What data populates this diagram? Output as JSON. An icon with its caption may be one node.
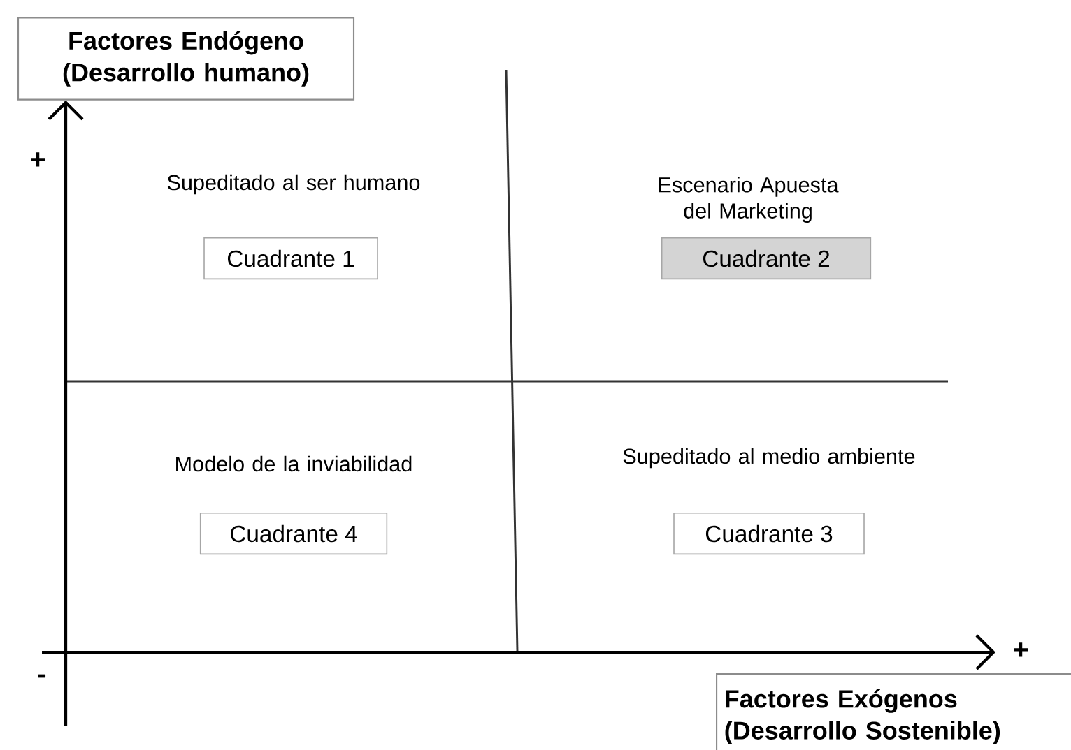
{
  "diagram": {
    "nodes": [
      {
        "text": [
          "Factores Endógeno (Desarrollo humano)"
        ]
      },
      {
        "text": [
          "Cuadrante 1"
        ],
        "beside": [
          "Supeditado al ser humano"
        ]
      },
      {
        "text": [
          "Cuadrante 2"
        ],
        "beside": [
          "Escenario Apuesta del Marketing"
        ]
      },
      {
        "text": [
          "Cuadrante 4"
        ],
        "beside": [
          "Modelo de la inviabilidad"
        ]
      },
      {
        "text": [
          "Cuadrante 3"
        ],
        "beside": [
          "Supeditado al medio ambiente"
        ]
      },
      {
        "text": [
          "Factores Exógenos (Desarrollo Sostenible)"
        ]
      }
    ],
    "edges": [
      {
        "from": null,
        "to": 0,
        "arrow": "to"
      },
      {
        "from": null,
        "to": 5,
        "arrow": "to"
      }
    ],
    "labels": [
      "+",
      "+",
      "-"
    ]
  }
}
